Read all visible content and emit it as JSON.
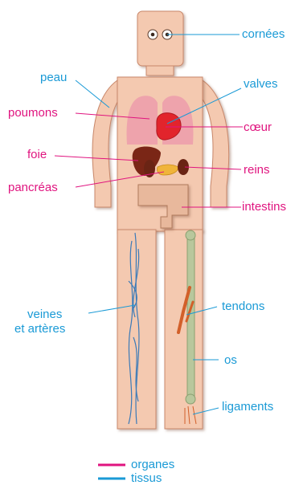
{
  "labels": {
    "cornees": "cornées",
    "peau": "peau",
    "valves": "valves",
    "poumons": "poumons",
    "coeur": "cœur",
    "foie": "foie",
    "reins": "reins",
    "pancreas": "pancréas",
    "intestins": "intestins",
    "veines_line1": "veines",
    "veines_line2": "et artères",
    "tendons": "tendons",
    "os": "os",
    "ligaments": "ligaments"
  },
  "legend": {
    "organes": "organes",
    "tissus": "tissus"
  },
  "colors": {
    "organ": "#e0147f",
    "tissue": "#1a9ad6",
    "skin": "#f4c9b0",
    "skin_edge": "#c8876a",
    "lung": "#eea3ac",
    "heart": "#e2242c",
    "liver": "#7a2616",
    "pancreas": "#f0b43a",
    "intestine": "#e8b89c",
    "bone": "#b8c79c"
  }
}
